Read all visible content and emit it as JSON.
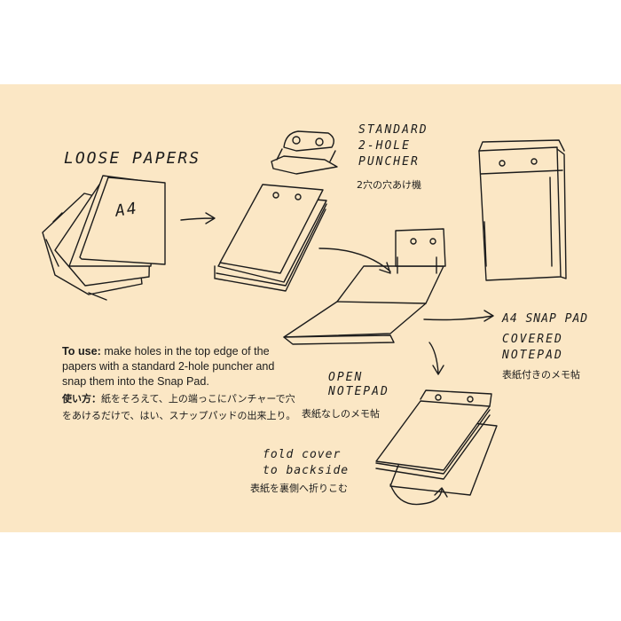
{
  "labels": {
    "loose_papers": "LOOSE PAPERS",
    "a4": "A4",
    "standard_puncher": "STANDARD\n2-HOLE\nPUNCHER",
    "puncher_jp": "2穴の穴あけ機",
    "a4_snap_pad": "A4 SNAP PAD",
    "covered_notepad": "COVERED\nNOTEPAD",
    "covered_jp": "表紙付きのメモ帖",
    "open_notepad": "OPEN\nNOTEPAD",
    "open_jp": "表紙なしのメモ帖",
    "fold_cover": "fold cover\nto backside",
    "fold_jp": "表紙を裏側へ折りこむ"
  },
  "instructions": {
    "en_lead": "To use:",
    "en_text": " make holes in the top edge of the papers with a standard 2-hole puncher and snap them into the Snap Pad.",
    "jp_lead": "使い方：",
    "jp_text": "紙をそろえて、上の端っこにパンチャーで穴をあけるだけで、はい、スナップパッドの出来上り。"
  },
  "colors": {
    "panel": "#fbe7c5",
    "ink": "#1c1c1c"
  }
}
